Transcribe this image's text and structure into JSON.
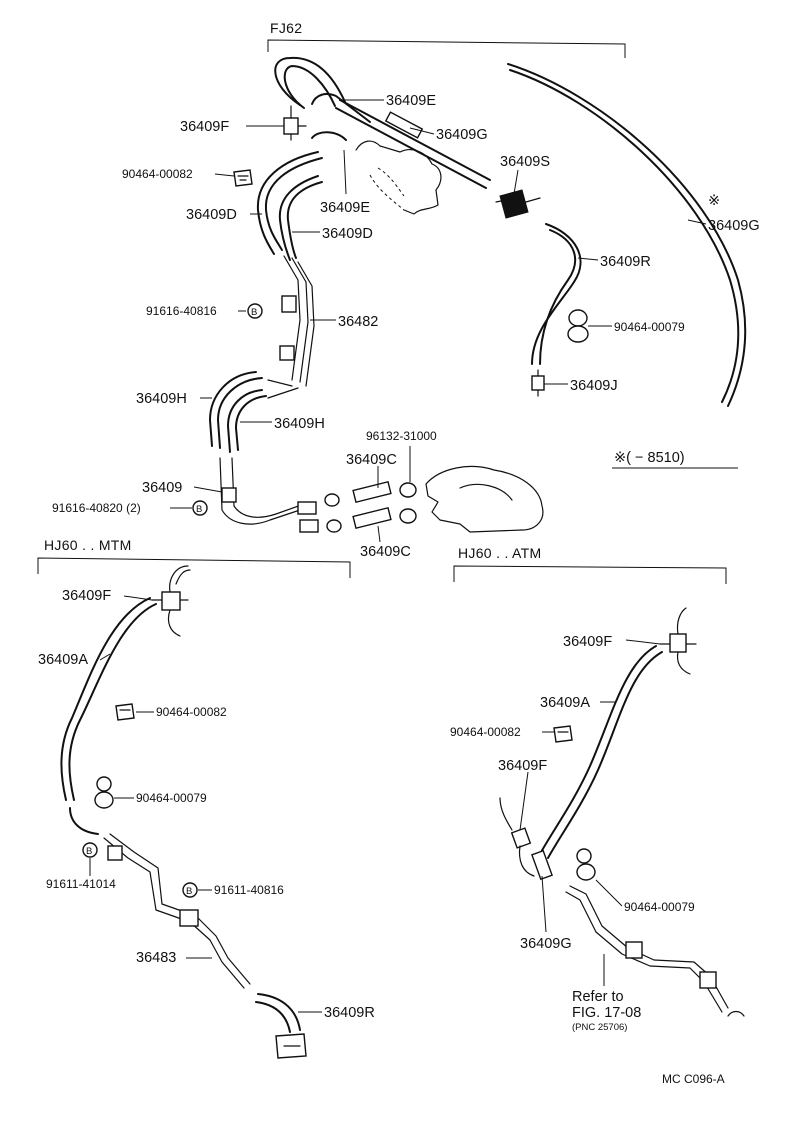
{
  "sections": {
    "fj62": "FJ62",
    "hj60_mtm": "HJ60 . . MTM",
    "hj60_atm": "HJ60 . . ATM"
  },
  "note": {
    "symbol": "※",
    "range_text": "※(        − 8510)"
  },
  "labels": {
    "fj62": {
      "p36409E_1": "36409E",
      "p36409F": "36409F",
      "p36409G_1": "36409G",
      "p90464_00082": "90464-00082",
      "p36409S": "36409S",
      "p36409D_1": "36409D",
      "p36409E_2": "36409E",
      "p36409D_2": "36409D",
      "p36409G_mark": "※",
      "p36409G_2": "36409G",
      "p36409R": "36409R",
      "p91616_40816": "91616-40816",
      "p36482": "36482",
      "p90464_00079": "90464-00079",
      "p36409J": "36409J",
      "p36409H_1": "36409H",
      "p36409H_2": "36409H",
      "p96132_31000": "96132-31000",
      "p36409C_1": "36409C",
      "p36409": "36409",
      "p91616_40820": "91616-40820 (2)",
      "p36409C_2": "36409C"
    },
    "mtm": {
      "p36409F": "36409F",
      "p36409A": "36409A",
      "p90464_00082": "90464-00082",
      "p90464_00079": "90464-00079",
      "p91611_41014": "91611-41014",
      "p91611_40816": "91611-40816",
      "p36483": "36483",
      "p36409R": "36409R"
    },
    "atm": {
      "p36409F_1": "36409F",
      "p36409A": "36409A",
      "p90464_00082": "90464-00082",
      "p36409F_2": "36409F",
      "p90464_00079": "90464-00079",
      "p36409G": "36409G",
      "refer_line1": "Refer to",
      "refer_line2": "FIG. 17-08",
      "refer_line3": "(PNC 25706)"
    }
  },
  "bolt_marker": "B",
  "footer_code": "MC  C096-A"
}
